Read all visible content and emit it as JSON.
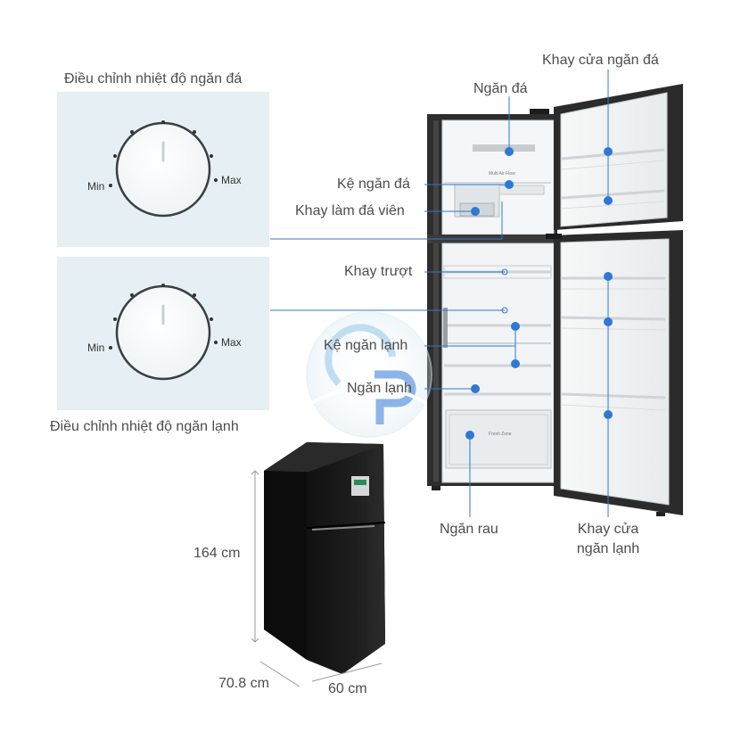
{
  "freezer_dial": {
    "title": "Điều chỉnh nhiệt độ ngăn đá",
    "min_label": "Min",
    "max_label": "Max"
  },
  "fridge_dial": {
    "title": "Điều chỉnh nhiệt độ ngăn lạnh",
    "min_label": "Min",
    "max_label": "Max"
  },
  "parts": {
    "freezer_door_tray": "Khay cửa ngăn đá",
    "freezer": "Ngăn đá",
    "freezer_shelf": "Kệ ngăn đá",
    "ice_tray": "Khay làm đá viên",
    "sliding_tray": "Khay trượt",
    "fridge_shelf": "Kệ ngăn lạnh",
    "fridge": "Ngăn lạnh",
    "vegetable_drawer": "Ngăn rau",
    "fridge_door_tray_line1": "Khay cửa",
    "fridge_door_tray_line2": "ngăn lạnh"
  },
  "interior_labels": {
    "multi_air_flow": "Multi Air Flow",
    "fresh_zone": "Fresh Zone"
  },
  "dimensions": {
    "height": "164 cm",
    "depth": "70.8 cm",
    "width": "60 cm"
  },
  "colors": {
    "callout": "#2f78d6",
    "dial_panel": "#e6eff3",
    "fridge_body": "#2a2a2a"
  }
}
